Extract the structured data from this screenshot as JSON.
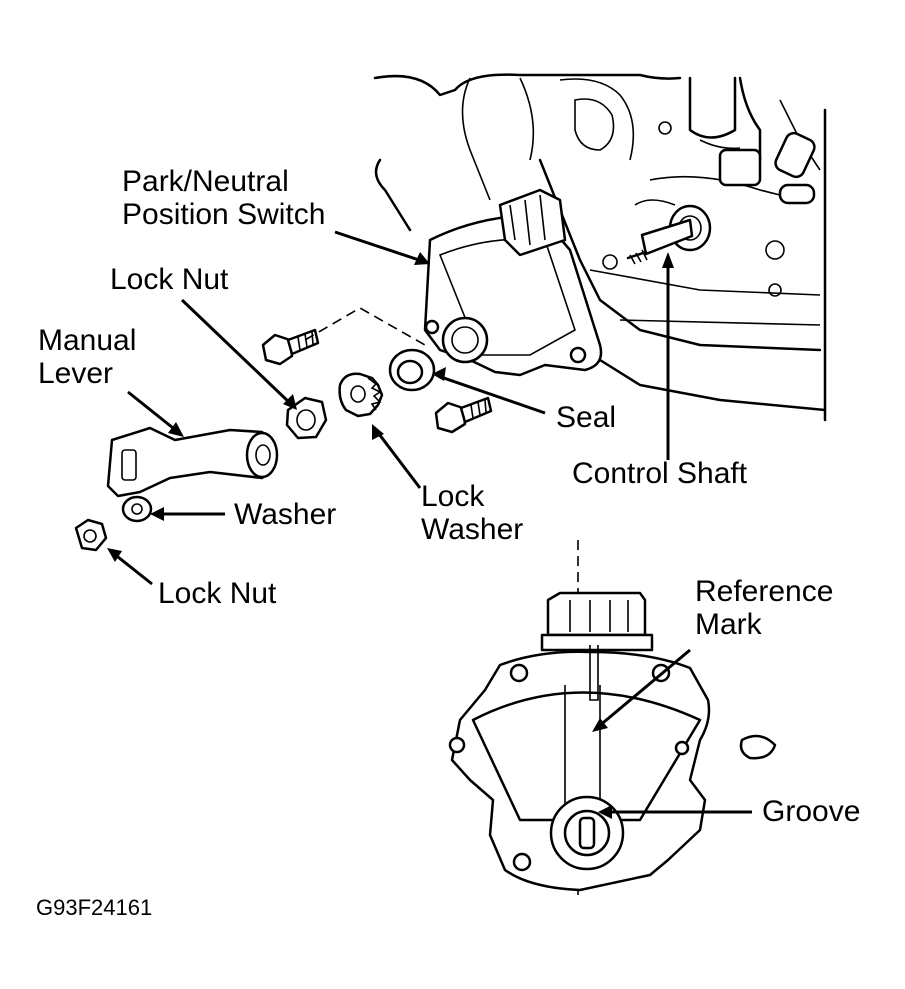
{
  "labels": {
    "switch_line1": "Park/Neutral",
    "switch_line2": "Position Switch",
    "lock_nut_top": "Lock Nut",
    "manual_lever_line1": "Manual",
    "manual_lever_line2": "Lever",
    "seal": "Seal",
    "control_shaft": "Control Shaft",
    "washer": "Washer",
    "lock_washer_line1": "Lock",
    "lock_washer_line2": "Washer",
    "lock_nut_bottom": "Lock Nut",
    "reference_mark_line1": "Reference",
    "reference_mark_line2": "Mark",
    "groove": "Groove"
  },
  "figure_code": "G93F24161"
}
